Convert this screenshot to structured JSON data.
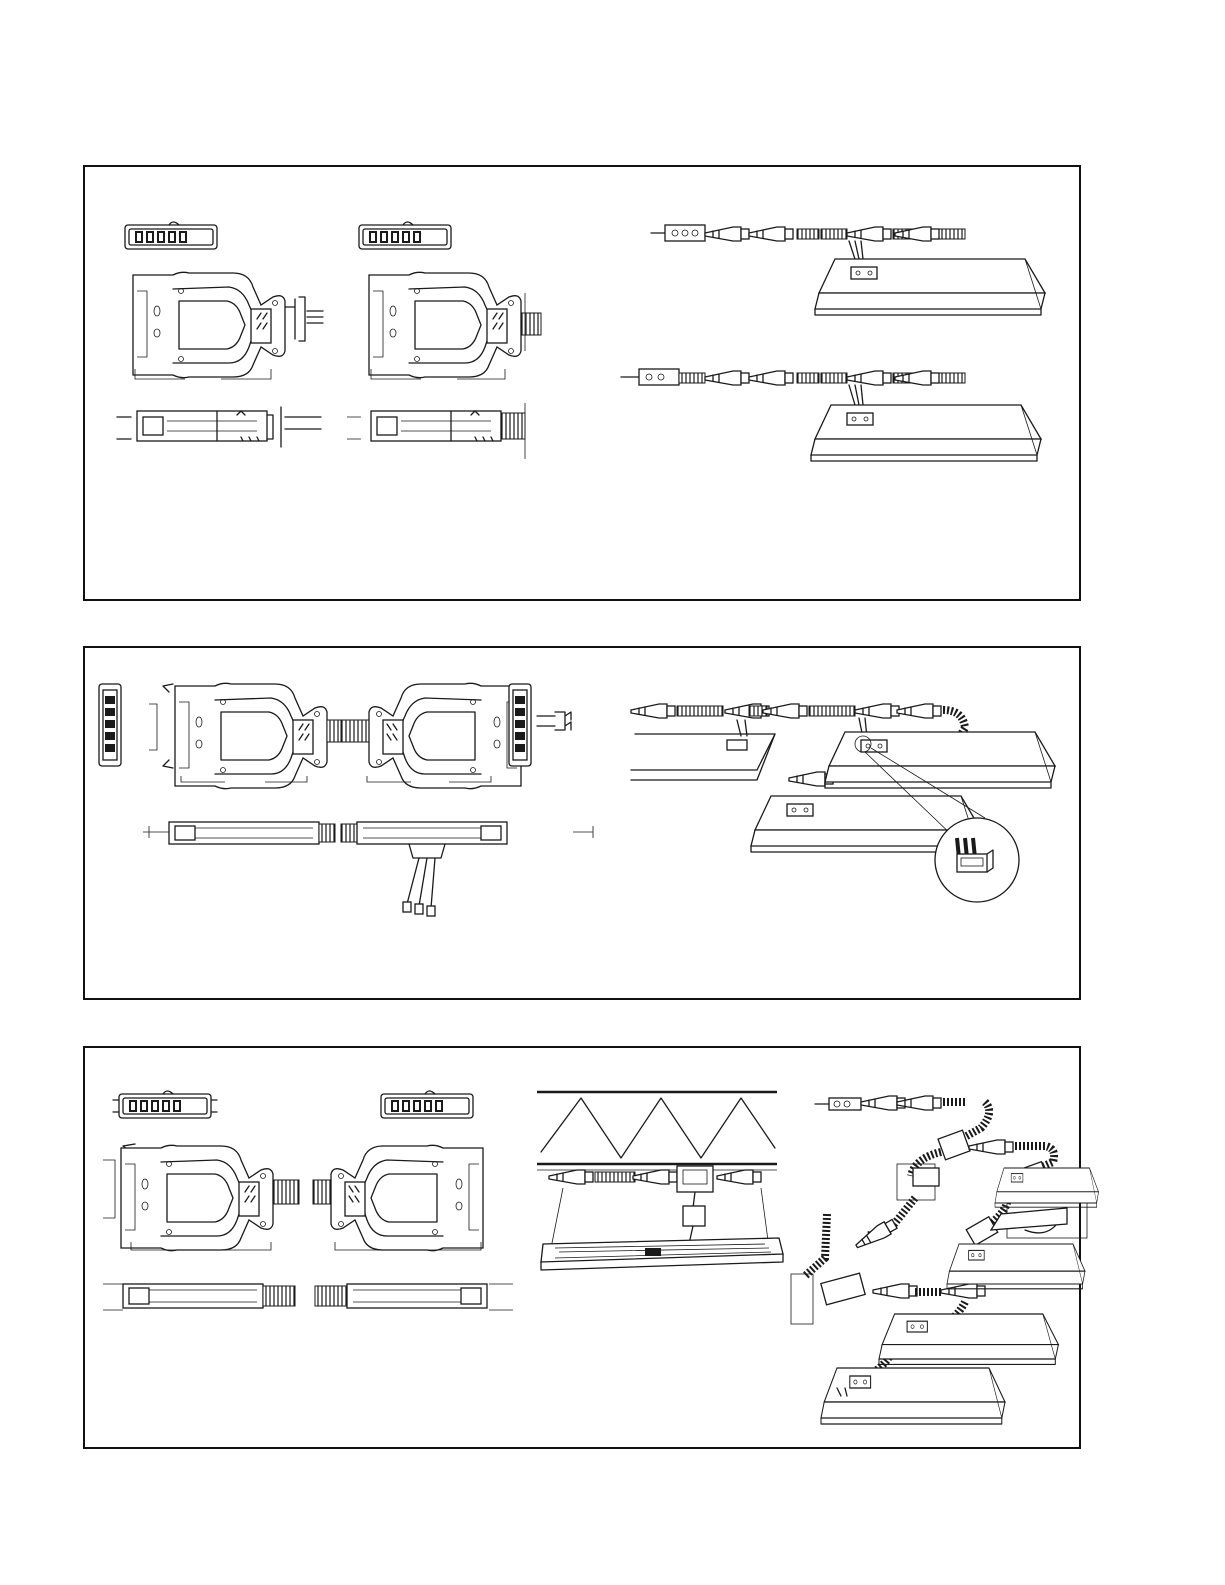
{
  "page": {
    "background": "#ffffff",
    "line_color": "#1a1a1a"
  },
  "panels": [
    {
      "id": "panel-1",
      "drawings": [
        "female-connector-views",
        "male-connector-views",
        "fixture-whip-to-fixture",
        "fixture-whip-to-fixture-alt"
      ]
    },
    {
      "id": "panel-2",
      "drawings": [
        "tee-splitter-connector",
        "splitter-fixture-layout",
        "detail-callout-connector"
      ]
    },
    {
      "id": "panel-3",
      "drawings": [
        "extension-cable-connector",
        "suspended-fixture-joist",
        "daisy-chain-fixtures"
      ]
    }
  ]
}
